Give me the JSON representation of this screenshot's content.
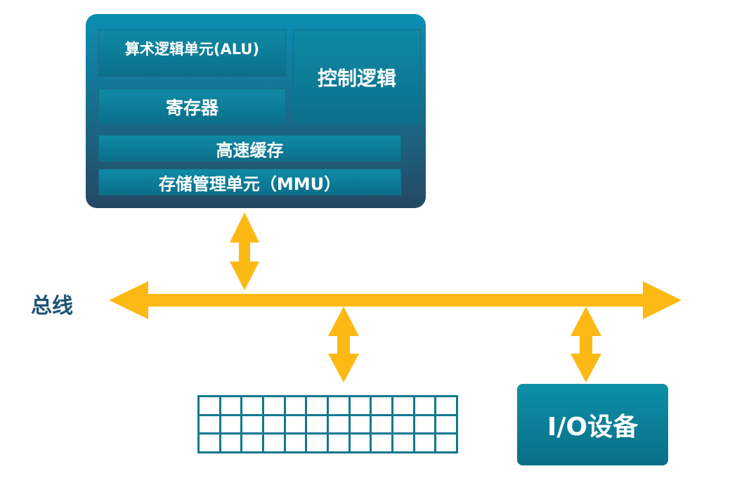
{
  "cpu": {
    "alu_label": "算术逻辑单元(ALU)",
    "control_label": "控制逻辑",
    "register_label": "寄存器",
    "cache_label": "高速缓存",
    "mmu_label": "存储管理单元（MMU）"
  },
  "bus": {
    "label": "总线"
  },
  "memory": {
    "rows": 3,
    "columns": 12
  },
  "io": {
    "label": "I/O设备"
  },
  "colors": {
    "arrow": "#fdb913",
    "block": "#0b7a96",
    "bus_label": "#1c5275",
    "memory_grid": "#0f7890"
  }
}
